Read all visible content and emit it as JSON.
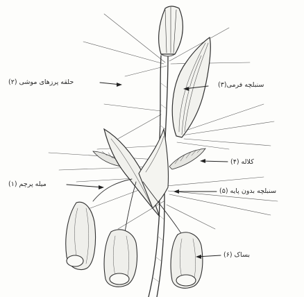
{
  "colors": {
    "ink": "#2f2f2f",
    "shade": "#8a8a8a",
    "paper": "#fdfdfb"
  },
  "labels": {
    "hair_ring": "حلقه پرزهای موشی (۲)",
    "spikelet_fertile": "سنبلچه فرمی(۳)",
    "stigma": "کلاله (۴)",
    "stamen_filament": "میله پرچم (۱)",
    "sessile_spikelet": "سنبلچه بدون پایه (۵)",
    "anther": "بساک (۶)"
  },
  "icons": {
    "plant": "grass-spikelet-illustration"
  }
}
